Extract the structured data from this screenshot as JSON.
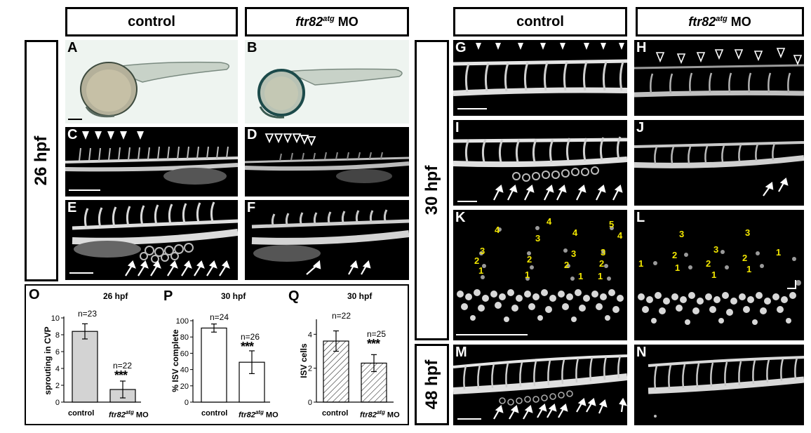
{
  "headers": {
    "left_control": "control",
    "left_mo_gene": "ftr82",
    "left_mo_sup": "atg",
    "left_mo_suffix": "MO",
    "right_control": "control",
    "right_mo_gene": "ftr82",
    "right_mo_sup": "atg",
    "right_mo_suffix": "MO"
  },
  "stages": {
    "s26": "26 hpf",
    "s30": "30 hpf",
    "s48": "48 hpf"
  },
  "panels": {
    "A": "A",
    "B": "B",
    "C": "C",
    "D": "D",
    "E": "E",
    "F": "F",
    "G": "G",
    "H": "H",
    "I": "I",
    "J": "J",
    "K": "K",
    "L": "L",
    "M": "M",
    "N": "N"
  },
  "cell_numbers": {
    "K": [
      "4",
      "4",
      "3",
      "4",
      "5",
      "3",
      "2",
      "3",
      "2",
      "3",
      "2",
      "1",
      "2",
      "1",
      "1",
      "2",
      "3",
      "4",
      "1"
    ],
    "L": [
      "3",
      "3",
      "2",
      "3",
      "1",
      "1",
      "2",
      "1",
      "2",
      "1",
      "1"
    ]
  },
  "chart_data": [
    {
      "type": "bar",
      "panel": "O",
      "title": "26 hpf",
      "ylabel": "sprouting in CVP",
      "categories": [
        "control",
        "ftr82atg MO"
      ],
      "values": [
        8.4,
        1.5
      ],
      "errors": [
        0.9,
        1.0
      ],
      "n_labels": [
        "n=23",
        "n=22"
      ],
      "significance": "***",
      "ylim": [
        0,
        10
      ],
      "yticks": [
        "0",
        "2",
        "4",
        "6",
        "8",
        "10"
      ],
      "fill": "#d3d3d3"
    },
    {
      "type": "bar",
      "panel": "P",
      "title": "30 hpf",
      "ylabel": "% ISV complete",
      "categories": [
        "control",
        "ftr82atg MO"
      ],
      "values": [
        91,
        49
      ],
      "errors": [
        5,
        14
      ],
      "n_labels": [
        "n=24",
        "n=26"
      ],
      "significance": "***",
      "ylim": [
        0,
        100
      ],
      "yticks": [
        "0",
        "20",
        "40",
        "60",
        "80",
        "100"
      ],
      "fill": "#ffffff"
    },
    {
      "type": "bar",
      "panel": "Q",
      "title": "30 hpf",
      "ylabel": "ISV cells",
      "categories": [
        "control",
        "ftr82atg MO"
      ],
      "values": [
        3.6,
        2.3
      ],
      "errors": [
        0.6,
        0.5
      ],
      "n_labels": [
        "n=22",
        "n=25"
      ],
      "significance": "***",
      "ylim": [
        0,
        4.8
      ],
      "yticks": [
        "0",
        "2",
        "4"
      ],
      "fill": "hatched"
    }
  ]
}
